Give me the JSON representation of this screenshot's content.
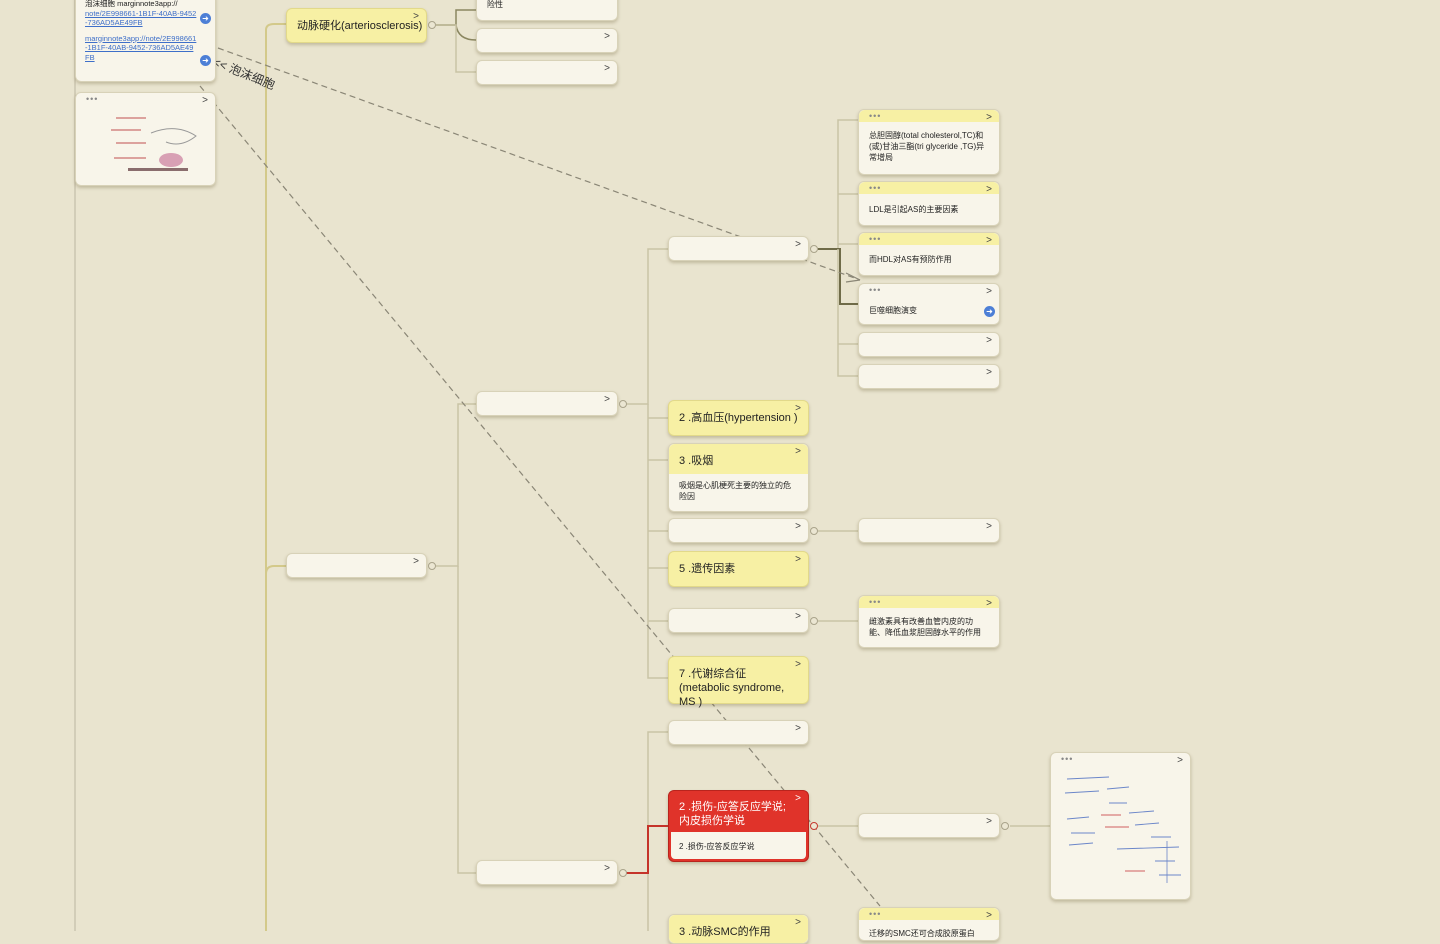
{
  "nodes": {
    "as_root": {
      "label": "动脉硬化(arteriosclerosis)"
    },
    "top_partial": {
      "label": "险性"
    },
    "tc_tg": {
      "label": "总胆固醇(total cholesterol,TC)和(或)甘油三酯(tri glyceride ,TG)异常增局"
    },
    "ldl": {
      "label": "LDL是引起AS的主要因素"
    },
    "hdl": {
      "label": "而HDL对AS有预防作用"
    },
    "macrophage": {
      "label": "巨噬细胞演变"
    },
    "hypertension": {
      "label": "2 .高血压(hypertension )"
    },
    "smoking": {
      "label": "3 .吸烟",
      "body": "吸烟是心肌梗死主要的独立的危险因"
    },
    "genetic": {
      "label": "5 .遗传因素"
    },
    "estrogen": {
      "body": "雌激素具有改善血管内皮的功能、降低血浆胆固醇水平的作用"
    },
    "metabolic": {
      "label": "7 .代谢综合征(metabolic syndrome, MS )"
    },
    "injury": {
      "label": "2 .损伤-应答反应学说; 内皮损伤学说",
      "body": "2 .损伤-应答反应学说"
    },
    "smc_partial": {
      "label": "3 .动脉SMC的作用"
    },
    "bottom_partial": {
      "label": "迁移的SMC还可合成胶原蛋白"
    }
  },
  "side_note": {
    "title_partial": "泡沫细胞 marginnote3app://",
    "link1": "note/2E998661-1B1F-40AB-9452-736AD5AE49FB",
    "link2": "marginnote3app://note/2E998661-1B1F-40AB-9452-736AD5AE49FB"
  },
  "arrow_label": "<< 泡沫细胞",
  "icons": {
    "expand": "chevron-right-icon",
    "menu": "more-dots-icon",
    "goto": "blue-arrow-icon",
    "collapse": "collapse-circle-icon"
  },
  "colors": {
    "canvas_bg": "#e9e4cf",
    "node_yellow": "#f7f0a4",
    "node_selected": "#e0332a",
    "link_blue": "#3e6fc9"
  }
}
